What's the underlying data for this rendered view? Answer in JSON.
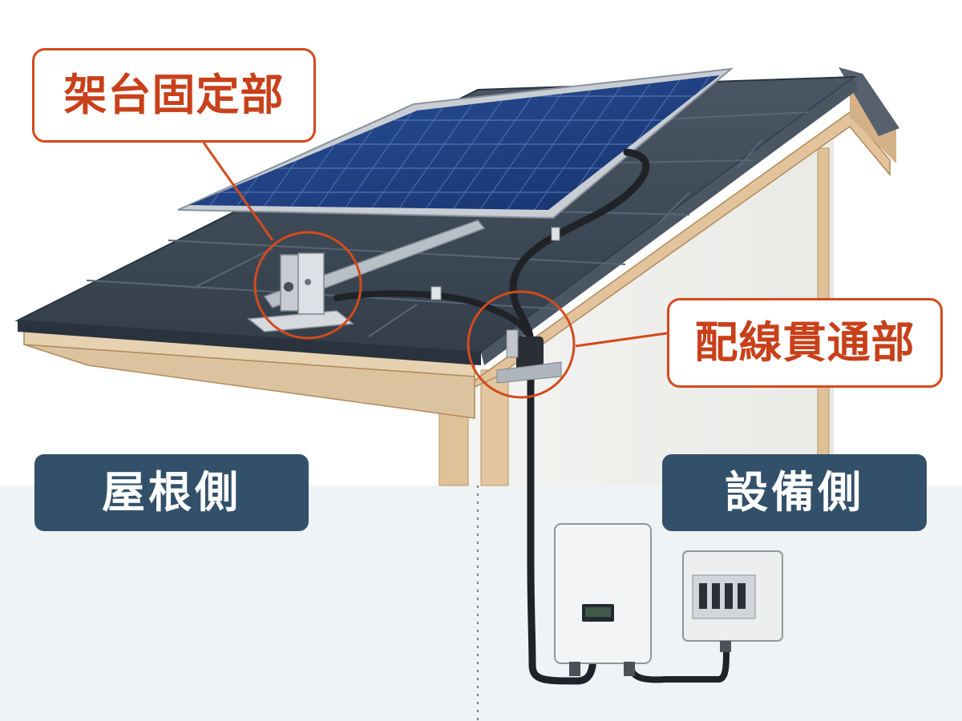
{
  "callouts": {
    "mount": "架台固定部",
    "wiring": "配線貫通部"
  },
  "zones": {
    "roof_side": "屋根側",
    "equipment_side": "設備側"
  },
  "colors": {
    "callout_accent": "#d24b1c",
    "zone_label_bg": "#33506a",
    "roof_slate": "#3e4a57",
    "panel_blue": "#1f3f82",
    "floor": "#eef3f6"
  }
}
